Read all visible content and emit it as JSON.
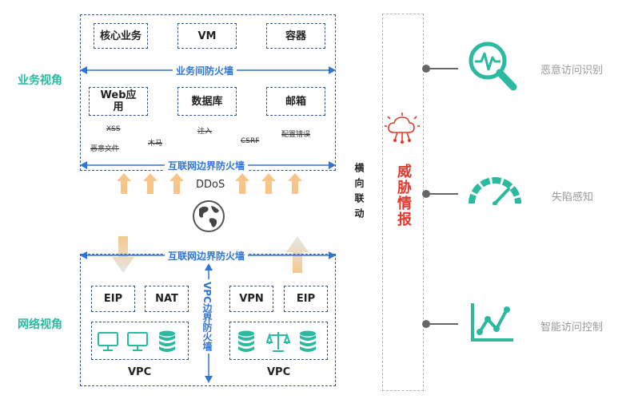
{
  "left_labels": {
    "business_view": "业务视角",
    "network_view": "网络视角"
  },
  "business": {
    "top_boxes": [
      "核心业务",
      "VM",
      "容器"
    ],
    "inter_firewall": "业务间防火墙",
    "mid_boxes": [
      "Web应用",
      "数据库",
      "邮箱"
    ],
    "threats": [
      "XSS",
      "注入",
      "配置错误",
      "恶意文件",
      "木马",
      "CSRF"
    ]
  },
  "border_firewall_top": "互联网边界防火墙",
  "ddos_label": "DDoS",
  "network": {
    "border_firewall": "互联网边界防火墙",
    "vpc_firewall": "VPC边界防火墙",
    "left_boxes": [
      "EIP",
      "NAT"
    ],
    "right_boxes": [
      "VPN",
      "EIP"
    ],
    "vpc_label_left": "VPC",
    "vpc_label_right": "VPC"
  },
  "lateral_link": "横向联动",
  "threat_intel": "威胁情报",
  "capabilities": [
    {
      "label": "恶意访问识别",
      "icon": "magnifier-pulse-icon"
    },
    {
      "label": "失陷感知",
      "icon": "gauge-icon"
    },
    {
      "label": "智能访问控制",
      "icon": "line-chart-icon"
    }
  ],
  "colors": {
    "teal": "#2bb9a0",
    "blue": "#2e75d6",
    "dash": "#2f5597",
    "red": "#e03b2f",
    "arrow": "#f7c48a"
  }
}
